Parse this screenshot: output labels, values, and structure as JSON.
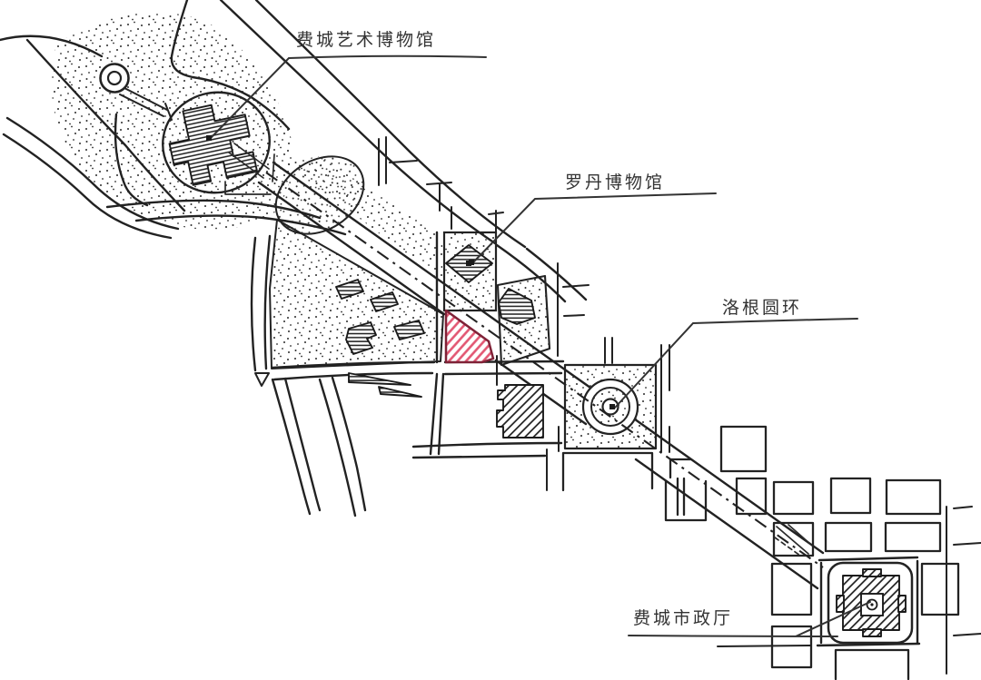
{
  "map": {
    "type": "hand-drawn urban plan sketch",
    "labels": {
      "art_museum": "费城艺术博物馆",
      "rodin_museum": "罗丹博物馆",
      "logan_circle": "洛根圆环",
      "city_hall": "费城市政厅"
    },
    "highlight": {
      "fill": "#e25672",
      "outline": "#7f2237"
    },
    "colors": {
      "ink": "#222222",
      "paper": "#ffffff",
      "stipple": "#2a2a2a"
    }
  }
}
